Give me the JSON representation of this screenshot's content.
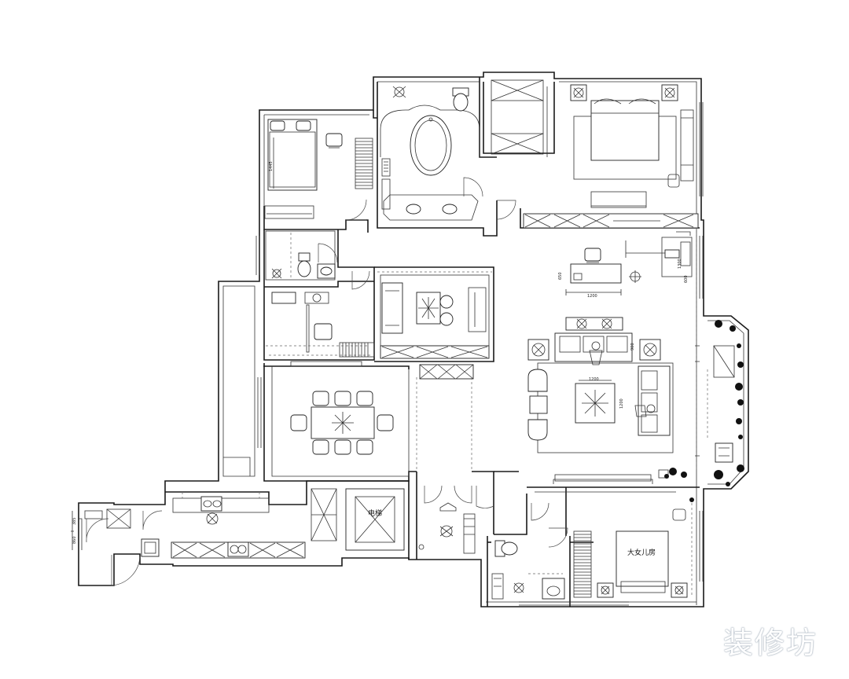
{
  "labels": {
    "elevator": "电梯",
    "daughter_room": "大女儿房"
  },
  "dimensions": {
    "bed_left": "1445",
    "desk_width": "1200",
    "desk_height": "650",
    "desk_right": "1300",
    "wardrobe_right": "600",
    "coffee_table_w": "1200",
    "coffee_table_h": "1200",
    "sofa_depth": "900",
    "sofa_side": "600",
    "service_top": "385",
    "service_bottom": "860"
  },
  "watermark": {
    "text": "装修坊"
  }
}
